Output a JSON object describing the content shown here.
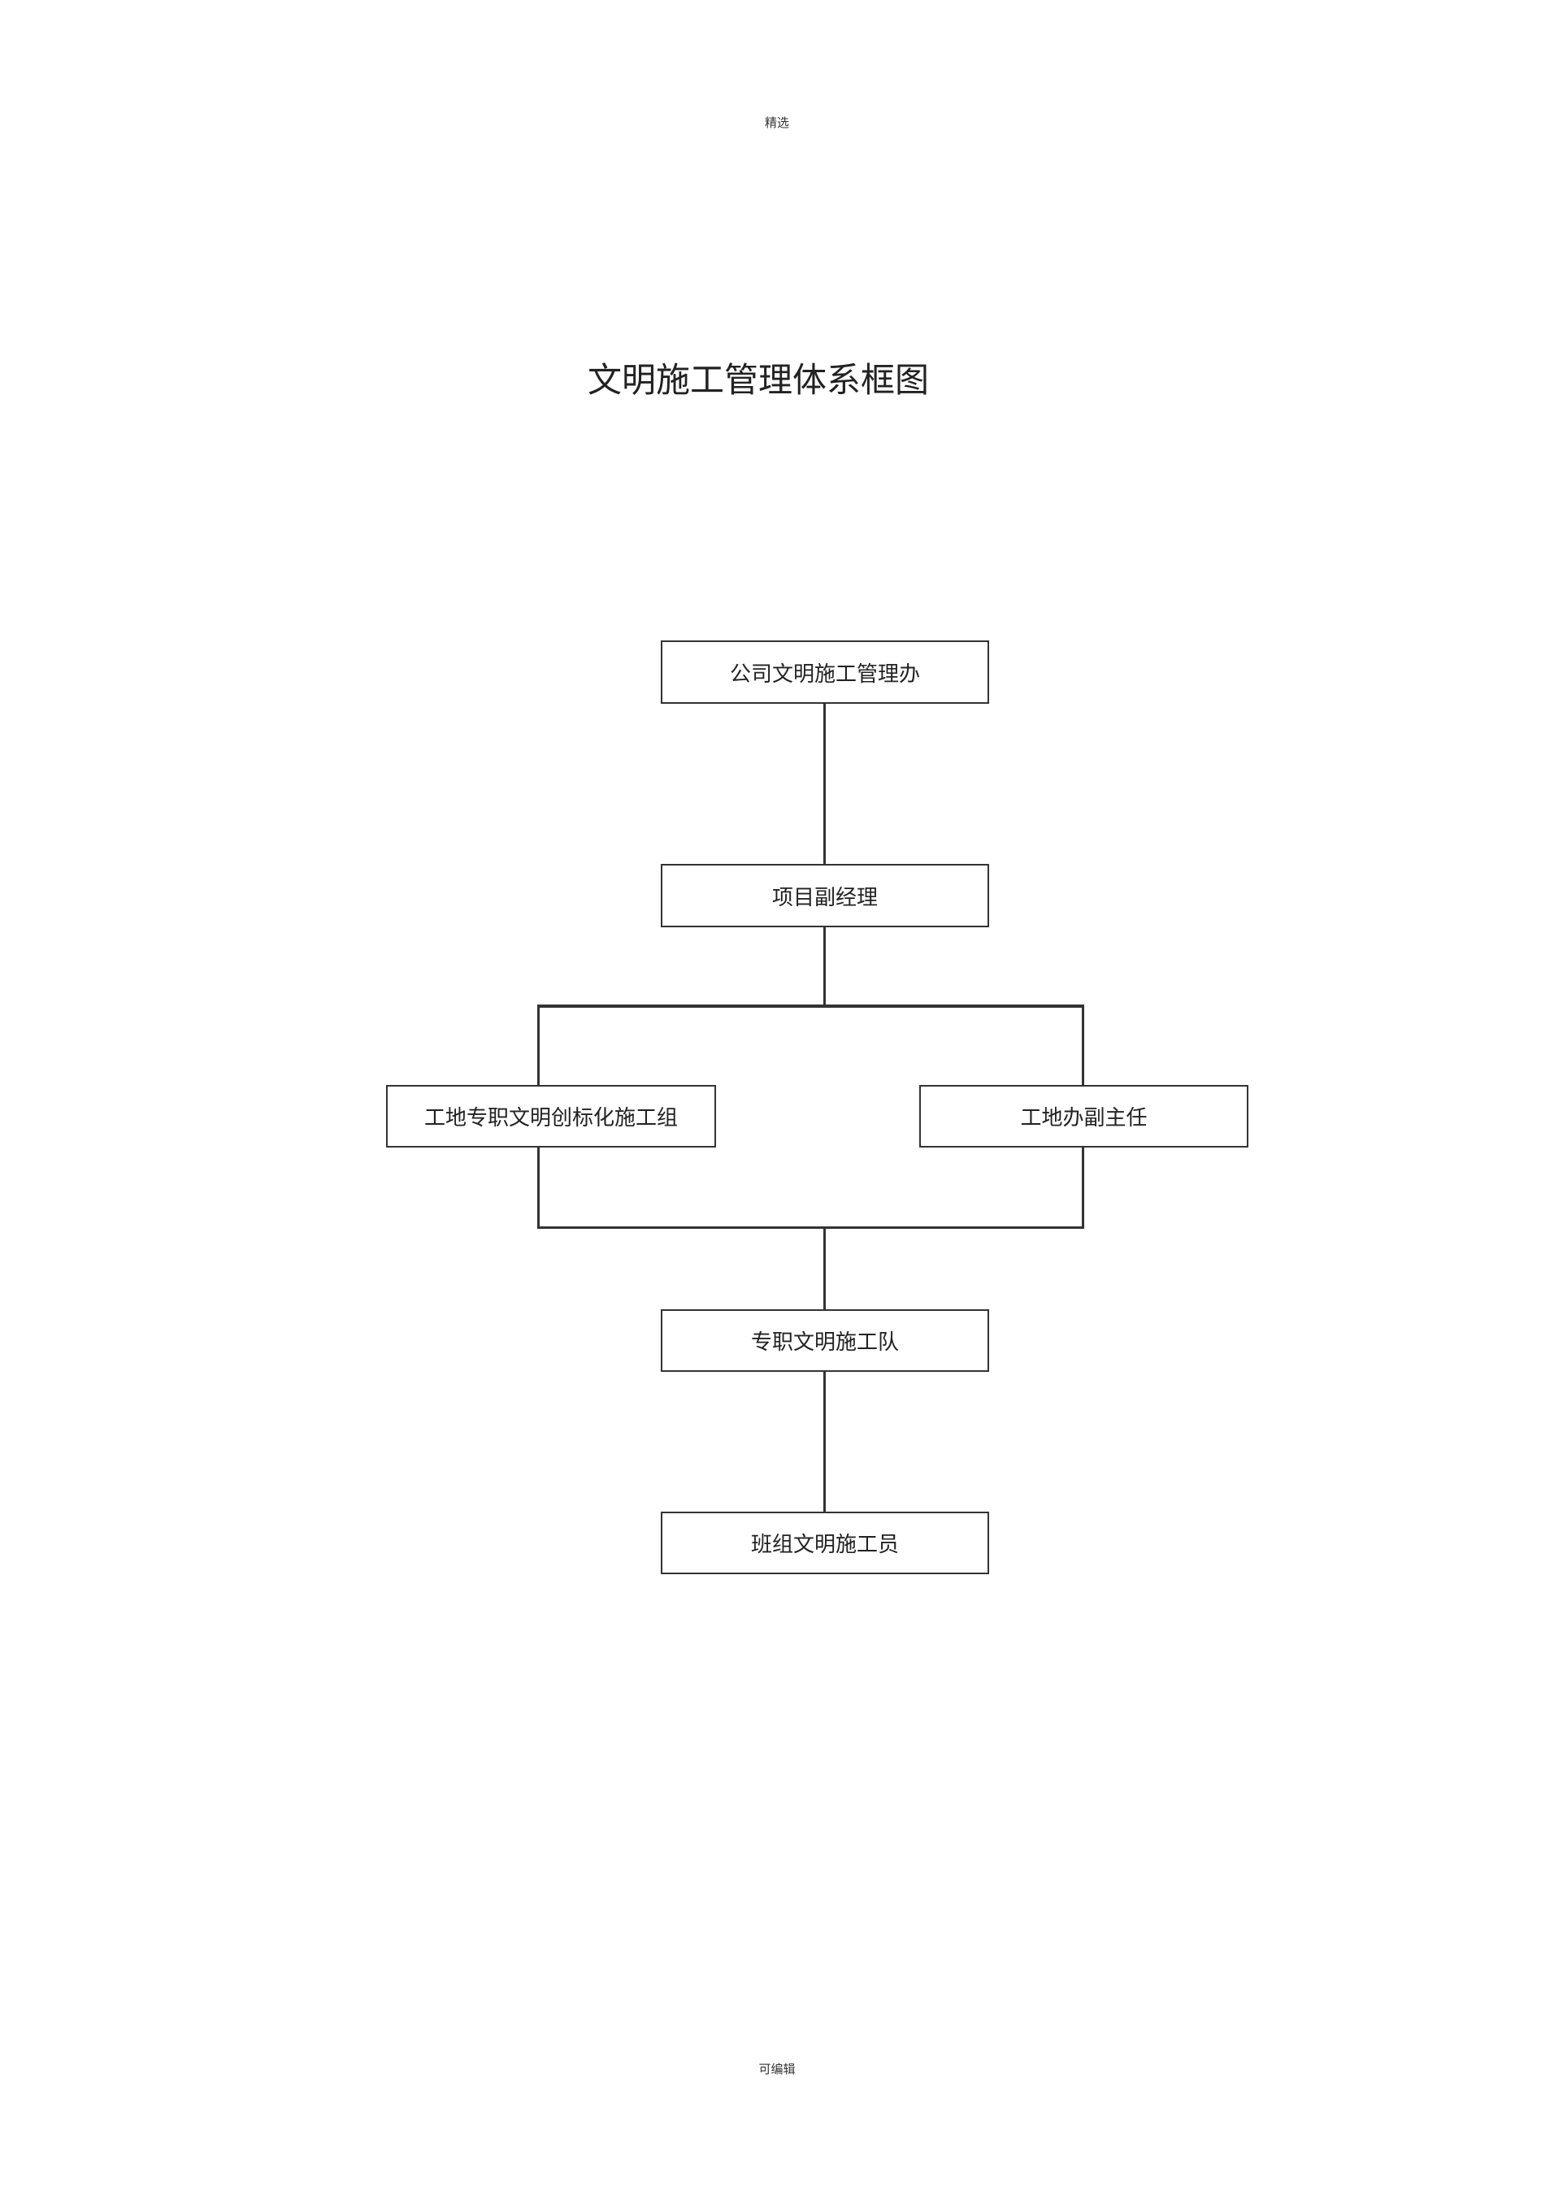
{
  "header": {
    "text": "精选"
  },
  "title": {
    "text": "文明施工管理体系框图"
  },
  "org_chart": {
    "nodes": {
      "top": "公司文明施工管理办",
      "deputy_manager": "项目副经理",
      "left_group": "工地专职文明创标化施工组",
      "right_group": "工地办副主任",
      "team": "专职文明施工队",
      "members": "班组文明施工员"
    }
  },
  "footer": {
    "text": "可编辑"
  }
}
